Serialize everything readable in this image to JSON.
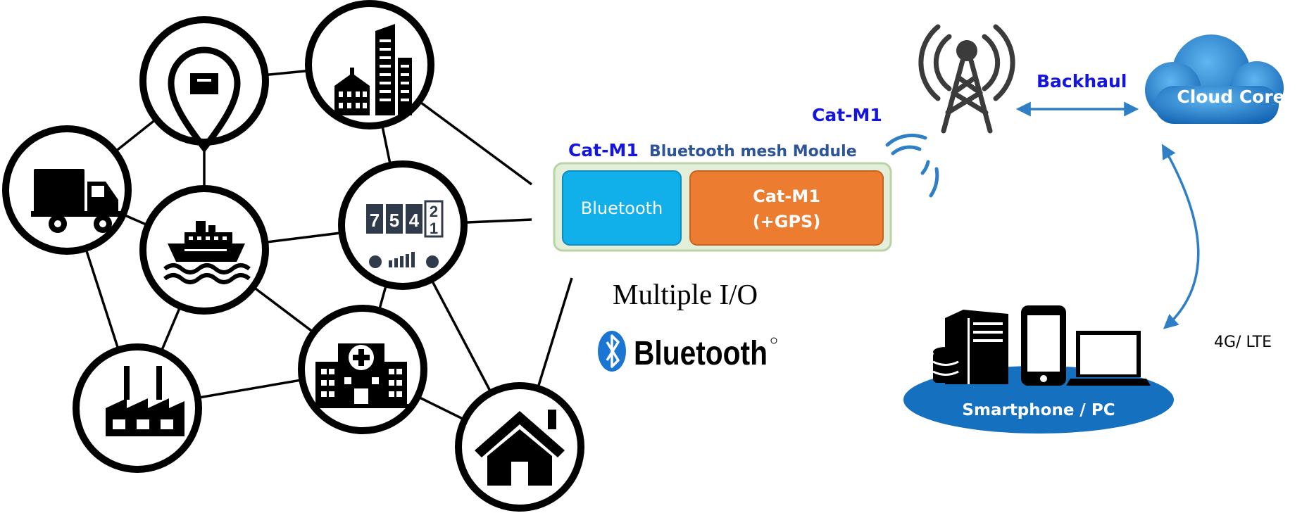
{
  "colors": {
    "mesh_line": "#000000",
    "bluetooth_box": "#12b0ea",
    "catm1_box": "#ec7c30",
    "module_bg": "#e3efd9",
    "module_border": "#b9d3a6",
    "blue_label": "#1515e0",
    "module_title": "#2e5597",
    "arrow": "#2f7fc6",
    "cloud": "#1a78c8",
    "platform": "#1670c0"
  },
  "icons": [
    "truck-icon",
    "location-pin-icon",
    "city-buildings-icon",
    "ship-icon",
    "utility-meter-icon",
    "factory-icon",
    "hospital-icon",
    "home-icon",
    "cell-tower-icon",
    "cloud-icon",
    "server-icon",
    "smartphone-icon",
    "laptop-icon",
    "bluetooth-logo-icon"
  ],
  "meter": {
    "digits": [
      "7",
      "5",
      "4",
      "2"
    ],
    "last_digit": "1"
  },
  "module": {
    "prefix": "Cat-M1",
    "title": "Bluetooth mesh Module",
    "bluetooth_label": "Bluetooth",
    "catm1_line1": "Cat-M1",
    "catm1_line2": "(+GPS)"
  },
  "io_label": "Multiple I/O",
  "bluetooth_logo_text": "Bluetooth",
  "catm1_link_label": "Cat-M1",
  "backhaul_label": "Backhaul",
  "cloud_label": "Cloud Core",
  "lte_label": "4G/ LTE",
  "devices_label": "Smartphone / PC"
}
